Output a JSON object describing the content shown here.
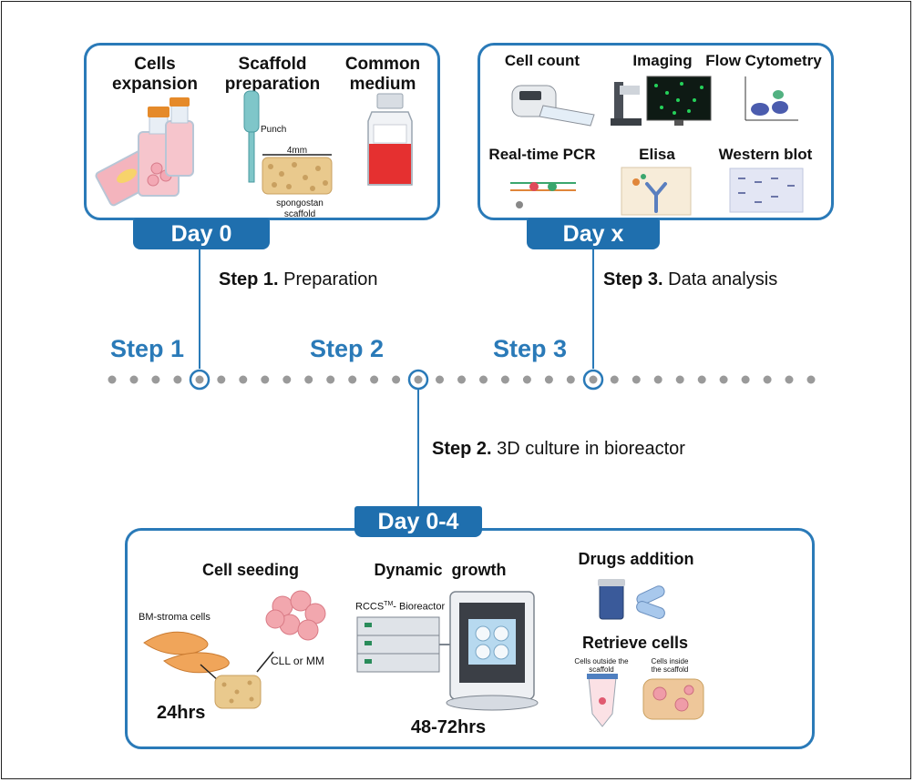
{
  "day0": {
    "tab": "Day 0",
    "items": [
      {
        "title_line1": "Cells",
        "title_line2": "expansion"
      },
      {
        "title_line1": "Scaffold",
        "title_line2": "preparation"
      },
      {
        "title_line1": "Common",
        "title_line2": "medium"
      }
    ],
    "punch_label": "Punch",
    "size_label": "4mm",
    "scaffold_label_line1": "spongostan",
    "scaffold_label_line2": "scaffold"
  },
  "dayx": {
    "tab": "Day x",
    "items": [
      "Cell count",
      "Imaging",
      "Flow Cytometry",
      "Real-time PCR",
      "Elisa",
      "Western blot"
    ]
  },
  "timeline": {
    "steps": [
      "Step 1",
      "Step 2",
      "Step 3"
    ],
    "step1": {
      "bold": "Step 1.",
      "text": " Preparation"
    },
    "step2": {
      "bold": "Step 2.",
      "text": " 3D culture in bioreactor"
    },
    "step3": {
      "bold": "Step 3.",
      "text": " Data analysis"
    }
  },
  "day04": {
    "tab": "Day 0-4",
    "cell_seeding": "Cell seeding",
    "bm_stroma": "BM-stroma cells",
    "cll_mm": "CLL or MM",
    "time1": "24hrs",
    "dynamic_growth": "Dynamic  growth",
    "bioreactor_label": "RCCS",
    "bioreactor_tm": "TM",
    "bioreactor_suffix": "- Bioreactor",
    "time2": "48-72hrs",
    "drugs_addition": "Drugs addition",
    "retrieve_cells": "Retrieve cells",
    "outside_line1": "Cells outside the",
    "outside_line2": "scaffold",
    "inside_line1": "Cells inside",
    "inside_line2": "the scaffold"
  },
  "colors": {
    "accent": "#2a7ab8",
    "tab": "#1f6fae",
    "dots": "#9a9a9a"
  }
}
